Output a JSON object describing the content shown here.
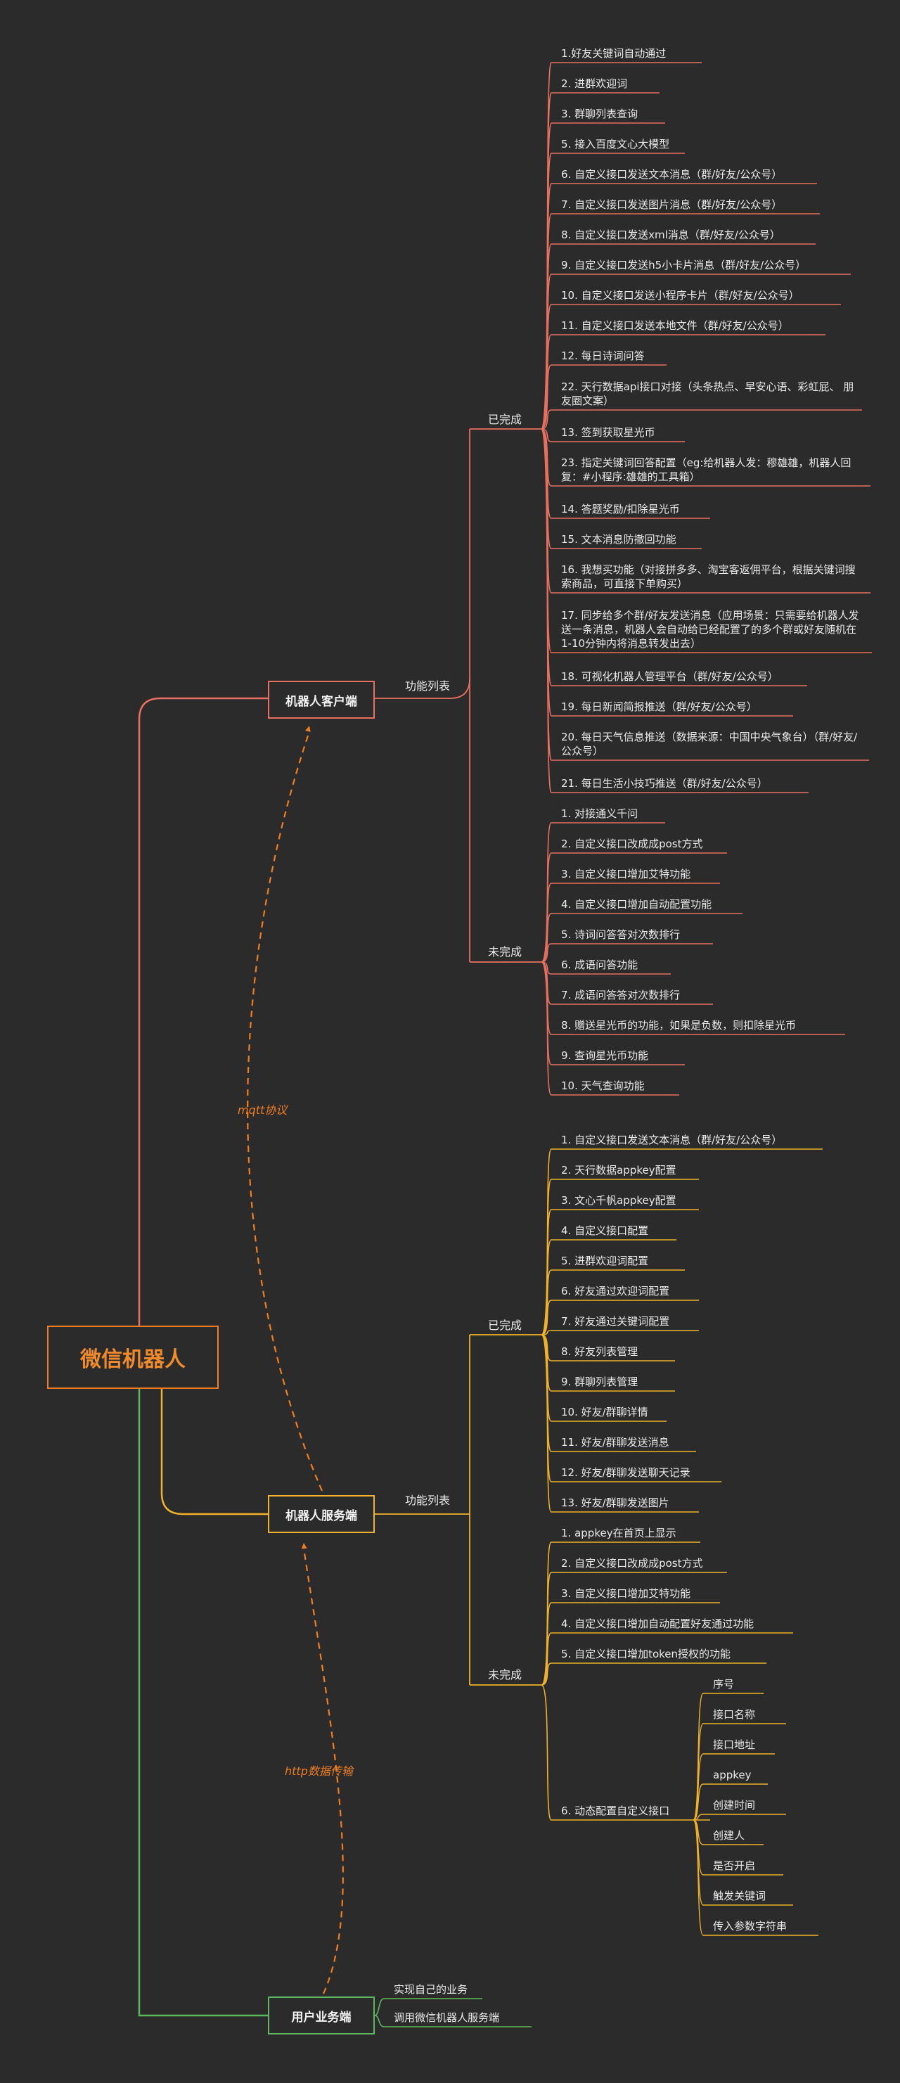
{
  "root": {
    "label": "微信机器人",
    "color": "#ef7d22"
  },
  "branches": {
    "client": {
      "label": "机器人客户端",
      "color": "#e8705e",
      "group": "功能列表",
      "done_label": "已完成",
      "todo_label": "未完成",
      "done": [
        "1.好友关键词自动通过",
        "2. 进群欢迎词",
        "3. 群聊列表查询",
        "5. 接入百度文心大模型",
        "6. 自定义接口发送文本消息（群/好友/公众号）",
        "7. 自定义接口发送图片消息（群/好友/公众号）",
        "8. 自定义接口发送xml消息（群/好友/公众号）",
        "9. 自定义接口发送h5小卡片消息（群/好友/公众号）",
        "10. 自定义接口发送小程序卡片（群/好友/公众号）",
        "11. 自定义接口发送本地文件（群/好友/公众号）",
        "12. 每日诗词问答",
        "22. 天行数据api接口对接（头条热点、早安心语、彩虹屁、 朋友圈文案）",
        "13. 签到获取星光币",
        "23. 指定关键词回答配置（eg:给机器人发：穆雄雄，机器人回复：#小程序:雄雄的工具箱）",
        "14. 答题奖励/扣除星光币",
        "15. 文本消息防撤回功能",
        "16. 我想买功能（对接拼多多、淘宝客返佣平台，根据关键词搜索商品，可直接下单购买）",
        "17. 同步给多个群/好友发送消息（应用场景：只需要给机器人发送一条消息，机器人会自动给已经配置了的多个群或好友随机在1-10分钟内将消息转发出去）",
        "18. 可视化机器人管理平台（群/好友/公众号）",
        "19. 每日新闻简报推送（群/好友/公众号）",
        "20. 每日天气信息推送（数据来源：中国中央气象台）（群/好友/公众号）",
        "21. 每日生活小技巧推送（群/好友/公众号）"
      ],
      "todo": [
        "1. 对接通义千问",
        "2. 自定义接口改成成post方式",
        "3. 自定义接口增加艾特功能",
        "4. 自定义接口增加自动配置功能",
        "5. 诗词问答答对次数排行",
        "6. 成语问答功能",
        "7. 成语问答答对次数排行",
        "8. 赠送星光币的功能，如果是负数，则扣除星光币",
        "9. 查询星光币功能",
        "10. 天气查询功能"
      ]
    },
    "server": {
      "label": "机器人服务端",
      "color": "#f0b22a",
      "group": "功能列表",
      "done_label": "已完成",
      "todo_label": "未完成",
      "done": [
        "1. 自定义接口发送文本消息（群/好友/公众号）",
        "2. 天行数据appkey配置",
        "3. 文心千帆appkey配置",
        "4. 自定义接口配置",
        "5. 进群欢迎词配置",
        "6. 好友通过欢迎词配置",
        "7. 好友通过关键词配置",
        "8. 好友列表管理",
        "9. 群聊列表管理",
        "10. 好友/群聊详情",
        "11. 好友/群聊发送消息",
        "12. 好友/群聊发送聊天记录",
        "13. 好友/群聊发送图片"
      ],
      "todo": [
        "1. appkey在首页上显示",
        "2. 自定义接口改成成post方式",
        "3. 自定义接口增加艾特功能",
        "4. 自定义接口增加自动配置好友通过功能",
        "5. 自定义接口增加token授权的功能",
        "6. 动态配置自定义接口"
      ],
      "dynamic_fields": [
        "序号",
        "接口名称",
        "接口地址",
        "appkey",
        "创建时间",
        "创建人",
        "是否开启",
        "触发关键词",
        "传入参数字符串"
      ]
    },
    "user": {
      "label": "用户业务端",
      "color": "#5cb85c",
      "items": [
        "实现自己的业务",
        "调用微信机器人服务端"
      ]
    }
  },
  "edges": {
    "mqtt": "mqtt协议",
    "http": "http数据传输"
  }
}
